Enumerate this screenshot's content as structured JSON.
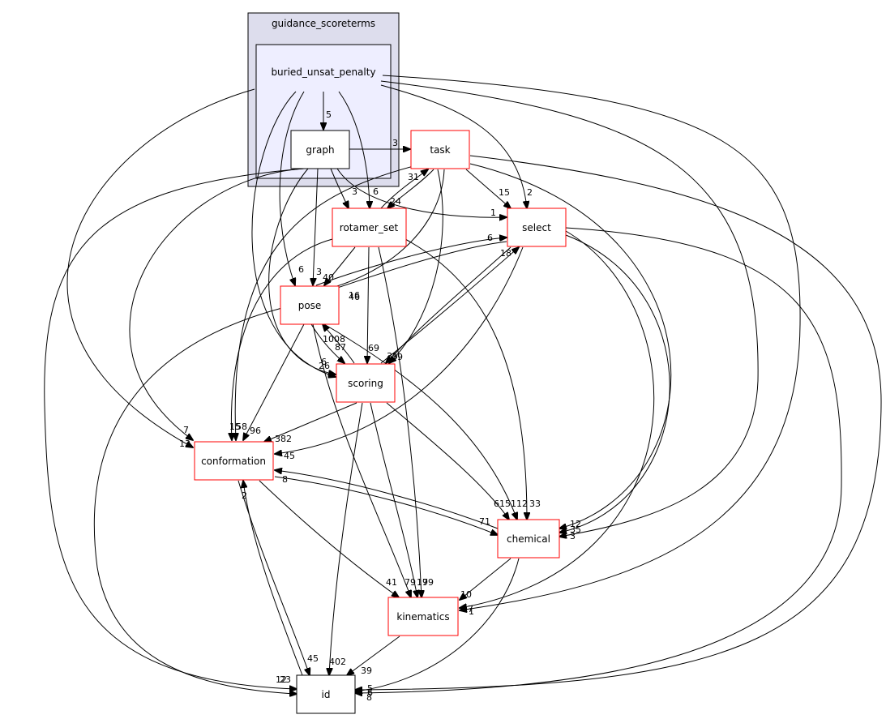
{
  "clusters": {
    "outer": {
      "label": "guidance_scoreterms"
    },
    "inner": {
      "label": "buried_unsat_penalty"
    }
  },
  "nodes": {
    "graph": {
      "label": "graph"
    },
    "task": {
      "label": "task"
    },
    "select": {
      "label": "select"
    },
    "rotamer_set": {
      "label": "rotamer_set"
    },
    "pose": {
      "label": "pose"
    },
    "scoring": {
      "label": "scoring"
    },
    "conformation": {
      "label": "conformation"
    },
    "chemical": {
      "label": "chemical"
    },
    "kinematics": {
      "label": "kinematics"
    },
    "id": {
      "label": "id"
    }
  },
  "edge_labels": {
    "bup_graph": "5",
    "graph_task": "3",
    "task_rs": "31",
    "rs_task": "24",
    "graph_rs": "3",
    "bup_rs": "6",
    "task_select": "15",
    "bup_select": "2",
    "graph_select": "1",
    "pose_select": "6",
    "select_pose": "16",
    "scoring_select": "18",
    "rs_pose": "40",
    "graph_pose": "3",
    "bup_pose": "6",
    "task_pose": "46",
    "scoring_pose": "1008",
    "pose_scoring": "87",
    "rs_scoring": "69",
    "graph_scoring": "6",
    "bup_scoring": "26",
    "task_scoring": "35",
    "select_scoring": "39",
    "graph_conf": "7",
    "bup_conf": "13",
    "rs_conf": "15",
    "task_conf": "58",
    "pose_conf": "96",
    "scoring_conf": "382",
    "select_conf": "45",
    "chemical_conf": "8",
    "conf_chemical": "71",
    "scoring_chemical": "615",
    "pose_chemical": "112",
    "rs_chemical": "33",
    "task_chemical": "12",
    "select_chemical": "35",
    "bup_chemical": "3",
    "conf_kin": "41",
    "pose_kin": "79",
    "scoring_kin": "199",
    "rs_kin": "7",
    "chemical_kin": "10",
    "select_kin": "1",
    "bup_kin": "7",
    "graph_id": "12",
    "pose_id": "23",
    "conf_id": "45",
    "scoring_id": "402",
    "kin_id": "39",
    "task_id": "5",
    "select_id": "6",
    "chemical_id": "8",
    "id_conf": "2"
  }
}
